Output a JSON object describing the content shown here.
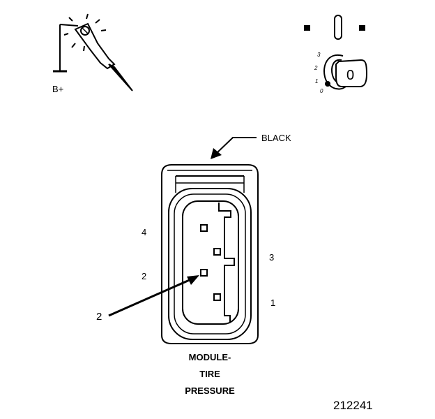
{
  "test_light": {
    "label": "B+"
  },
  "ignition": {
    "positions": [
      "3",
      "2",
      "1",
      "0"
    ],
    "key_letter": "0"
  },
  "connector": {
    "color_label": "BLACK",
    "pins": [
      "4",
      "2",
      "3",
      "1"
    ],
    "callout": "2",
    "caption": [
      "MODULE-",
      "TIRE",
      "PRESSURE"
    ]
  },
  "figure_id": "212241"
}
